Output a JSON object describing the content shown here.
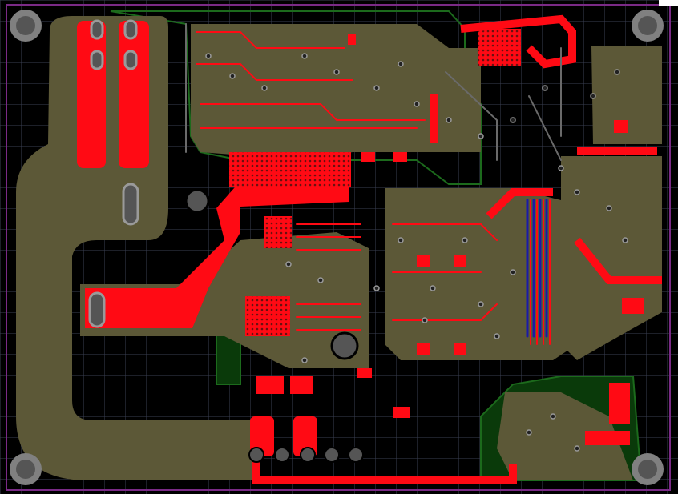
{
  "view": {
    "kind": "pcb-layout-editor",
    "layers_visible": [
      "top-copper",
      "bottom-copper",
      "copper-pour",
      "vias",
      "board-outline",
      "grid"
    ]
  },
  "colors": {
    "background": "#000000",
    "grid": "#3a3f52",
    "board_outline": "#7a2a86",
    "top_copper": "#ff0a14",
    "bottom_copper": "#1a1aa8",
    "pour": "#5c5837",
    "pour_secondary": "#0a3a0a",
    "via_ring": "#9a9a9a",
    "mount_hole": "#555555"
  },
  "mounting_holes": [
    {
      "id": "H1",
      "pos": "top-left"
    },
    {
      "id": "H2",
      "pos": "top-right"
    },
    {
      "id": "H3",
      "pos": "bottom-left"
    },
    {
      "id": "H4",
      "pos": "bottom-right"
    }
  ],
  "text_labels": []
}
